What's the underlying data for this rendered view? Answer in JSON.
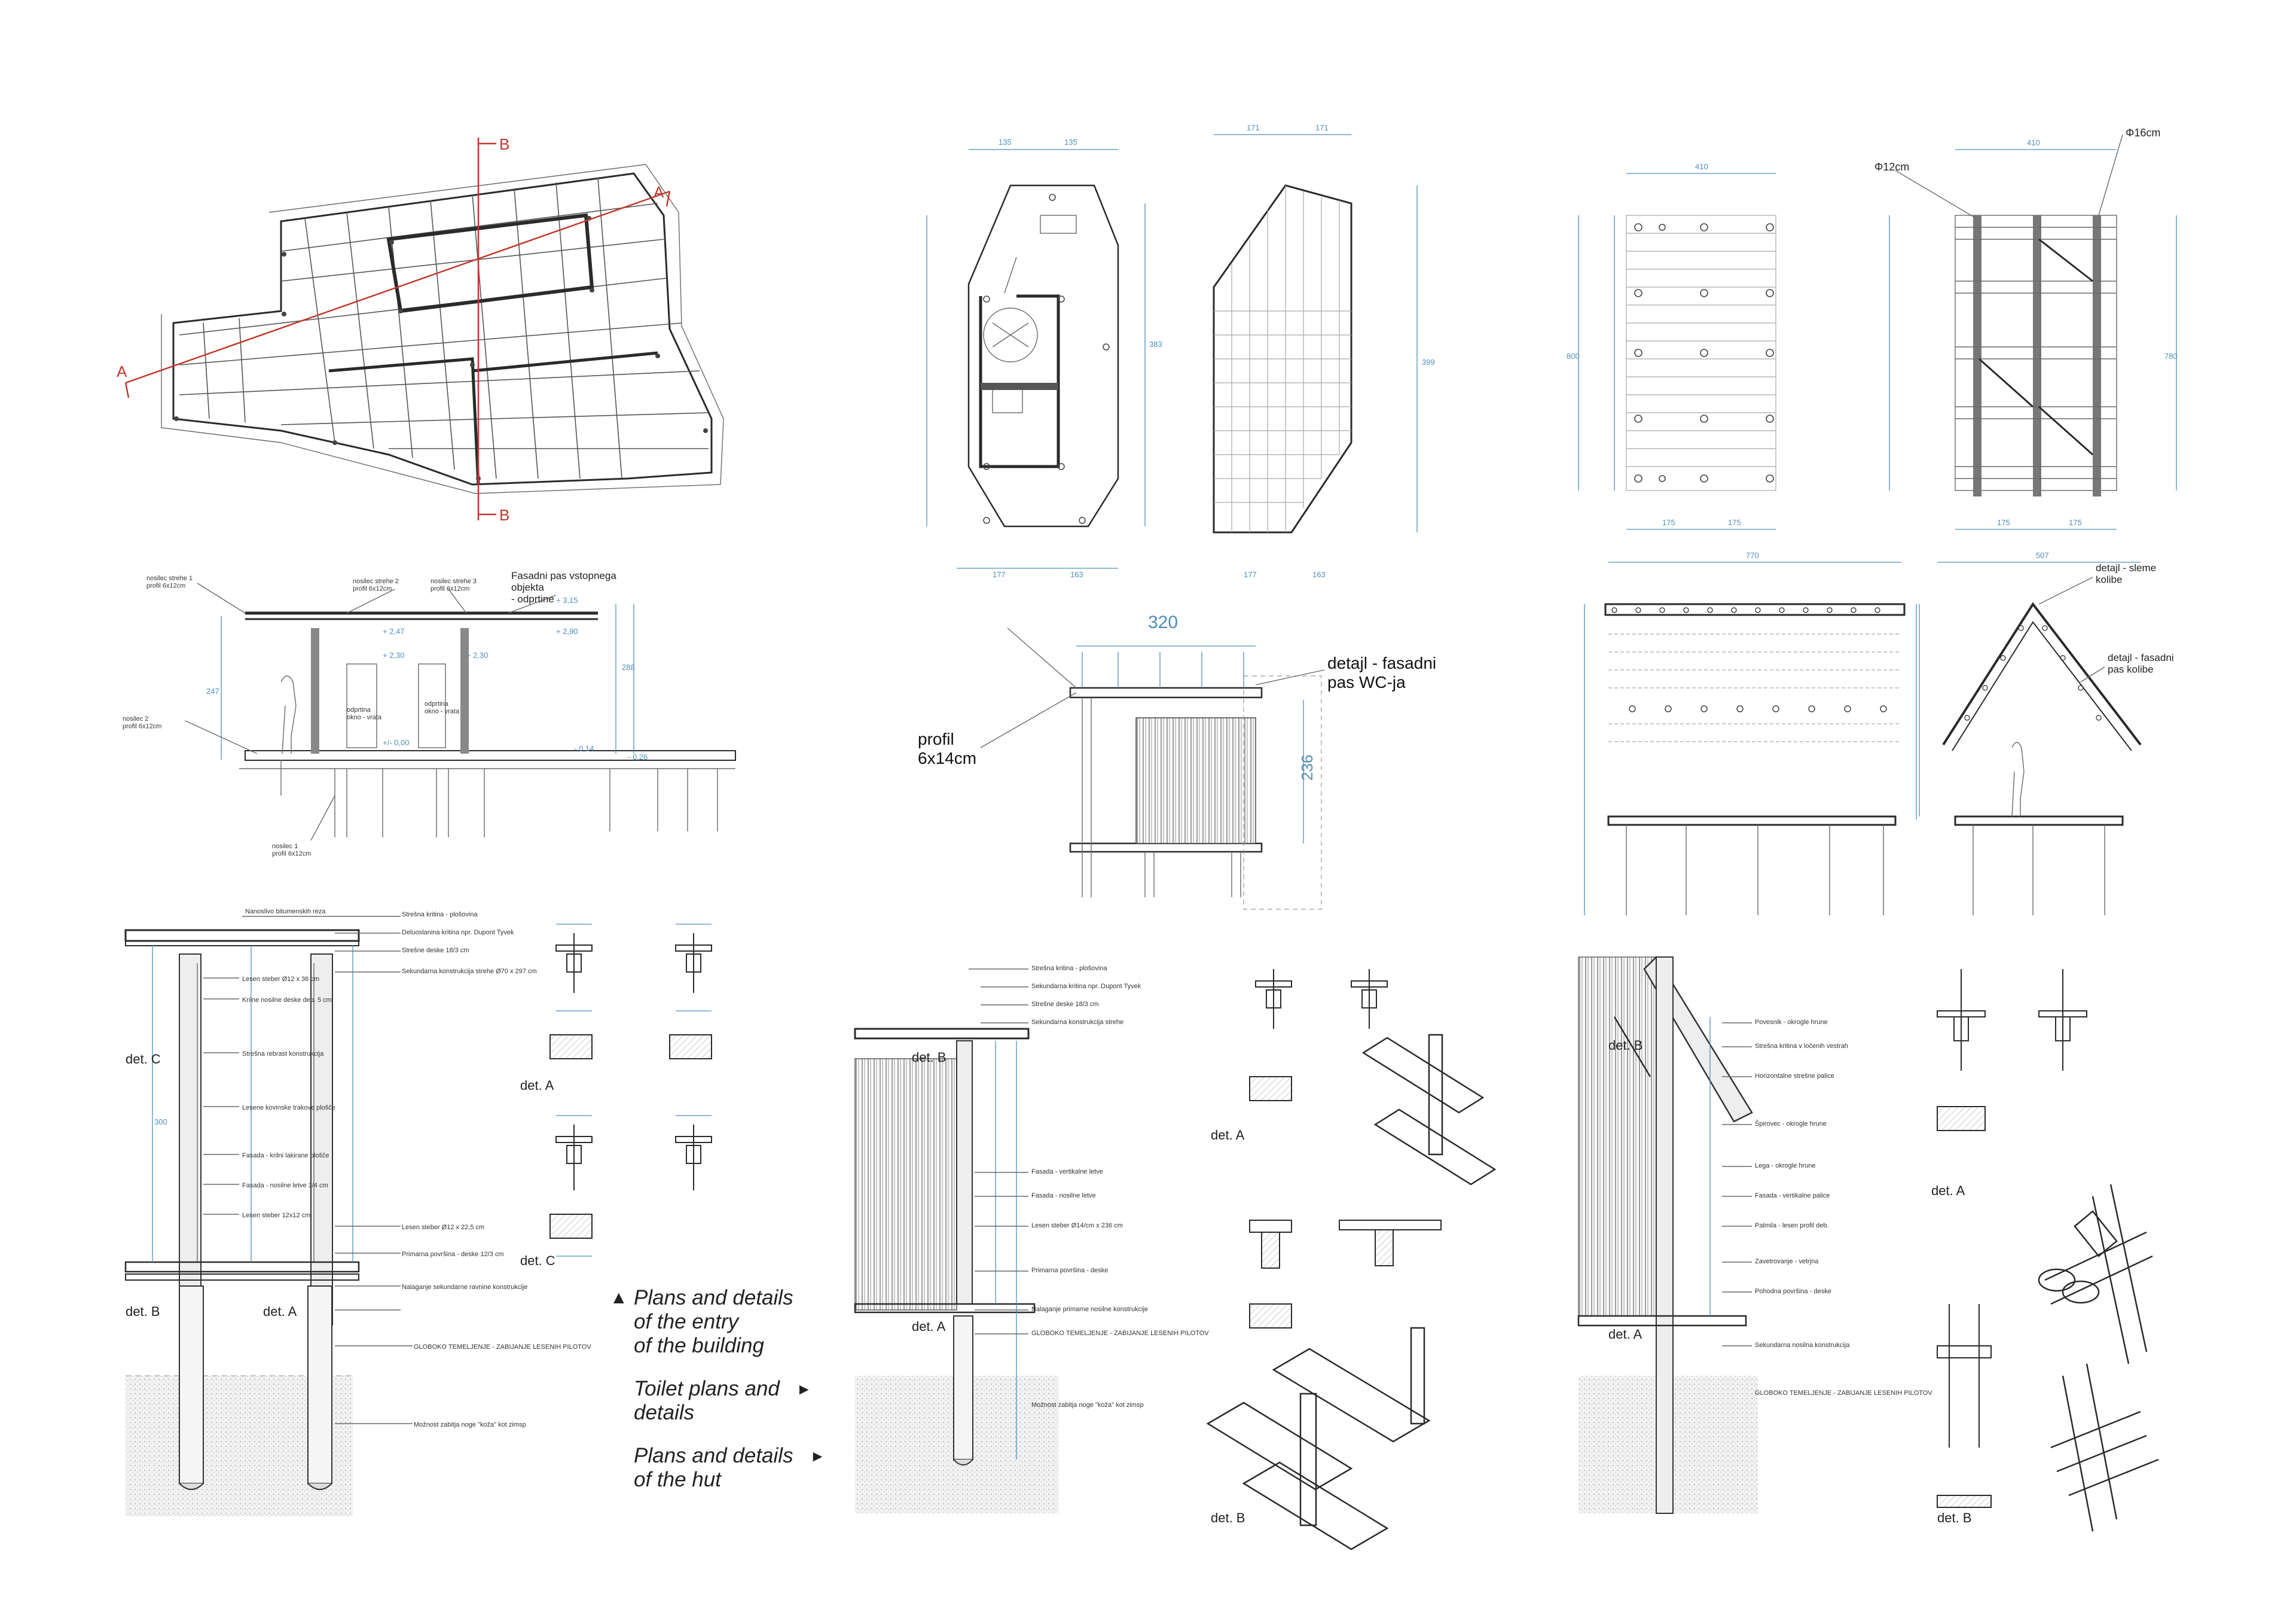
{
  "section_marks": {
    "a": "A",
    "b": "B"
  },
  "entry_section": {
    "labels": [
      "nosilec strehe 1\nprofil 6x12cm",
      "nosilec strehe 2\nprofil 6x12cm",
      "nosilec strehe 3\nprofil 6x12cm",
      "Fasadni pas vstopnega\nobjekta\n- odprtine",
      "nosilec 2\nprofil 6x12cm",
      "nosilec 1\nprofil 6x12cm",
      "odprtina\nokno - vrata",
      "odprtina\nokno - vrata"
    ]
  },
  "toilet_section": {
    "dim_top": "320",
    "label_detail": "detajl - fasadni\npas WC-ja",
    "label_profile": "profil\n6x14cm",
    "dim_height": "236"
  },
  "hut_plan": {
    "label_post_left": "Φ12cm",
    "label_post_right": "Φ16cm"
  },
  "hut_section": {
    "label_ridge": "detajl - sleme\nkolibe",
    "label_facade": "detajl - fasadni\npas kolibe"
  },
  "detail_labels": {
    "det_a": "det. A",
    "det_b": "det. B",
    "det_c": "det. C"
  },
  "legend": [
    {
      "text": "Plans and details\nof the entry\nof the building",
      "arrow": "▲"
    },
    {
      "text": "Toilet plans and\ndetails",
      "arrow": "►"
    },
    {
      "text": "Plans and details\nof the hut",
      "arrow": "►"
    }
  ]
}
